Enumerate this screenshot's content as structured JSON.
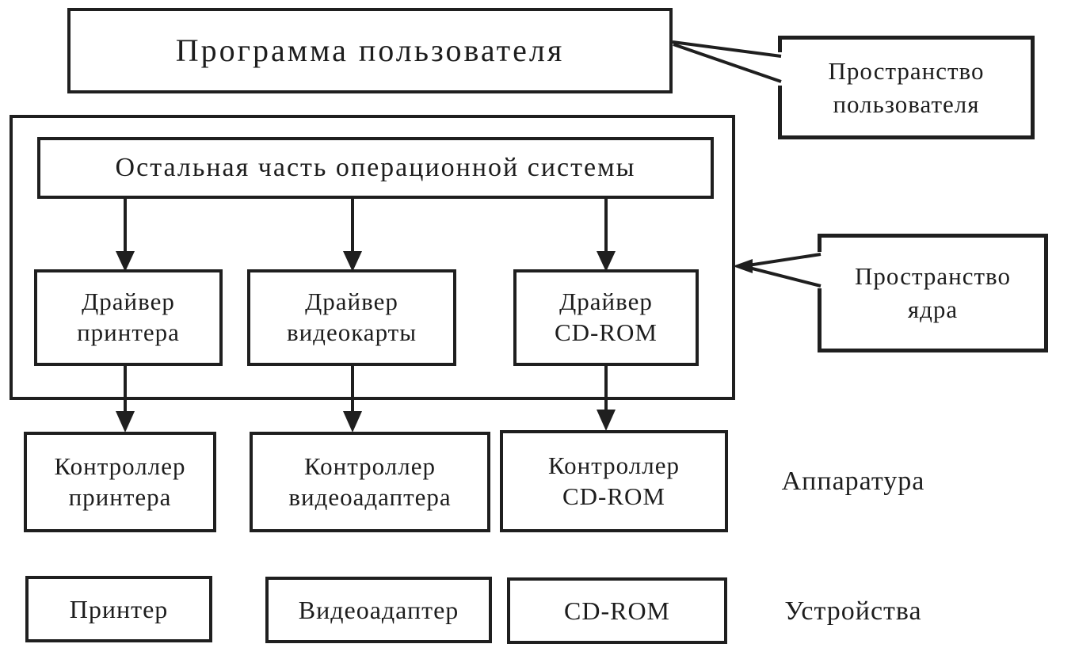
{
  "colors": {
    "ink": "#1f1f1f",
    "background": "#ffffff"
  },
  "nodes": {
    "user_program": {
      "label": "Программа пользователя"
    },
    "os_rest": {
      "label": "Остальная часть операционной системы"
    },
    "driver_printer": {
      "line1": "Драйвер",
      "line2": "принтера"
    },
    "driver_video": {
      "line1": "Драйвер",
      "line2": "видеокарты"
    },
    "driver_cdrom": {
      "line1": "Драйвер",
      "line2": "CD-ROM"
    },
    "ctrl_printer": {
      "line1": "Контроллер",
      "line2": "принтера"
    },
    "ctrl_video": {
      "line1": "Контроллер",
      "line2": "видеоадаптера"
    },
    "ctrl_cdrom": {
      "line1": "Контроллер",
      "line2": "CD-ROM"
    },
    "dev_printer": {
      "label": "Принтер"
    },
    "dev_video": {
      "label": "Видеоадаптер"
    },
    "dev_cdrom": {
      "label": "CD-ROM"
    }
  },
  "callouts": {
    "user_space": {
      "line1": "Пространство",
      "line2": "пользователя"
    },
    "kernel_space": {
      "line1": "Пространство",
      "line2": "ядра"
    }
  },
  "side_labels": {
    "hardware": "Аппаратура",
    "devices": "Устройства"
  }
}
